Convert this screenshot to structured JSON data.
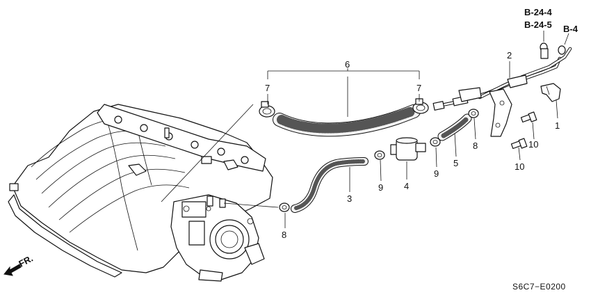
{
  "callouts": {
    "c1": "1",
    "c2": "2",
    "c3": "3",
    "c4": "4",
    "c5": "5",
    "c6": "6",
    "c7a": "7",
    "c7b": "7",
    "c8a": "8",
    "c8b": "8",
    "c9a": "9",
    "c9b": "9",
    "c10a": "10",
    "c10b": "10"
  },
  "refs": {
    "r1": "B-24-4",
    "r2": "B-24-5",
    "r3": "B-4"
  },
  "direction": {
    "label": "FR."
  },
  "diagram_code": "S6C7−E0200"
}
